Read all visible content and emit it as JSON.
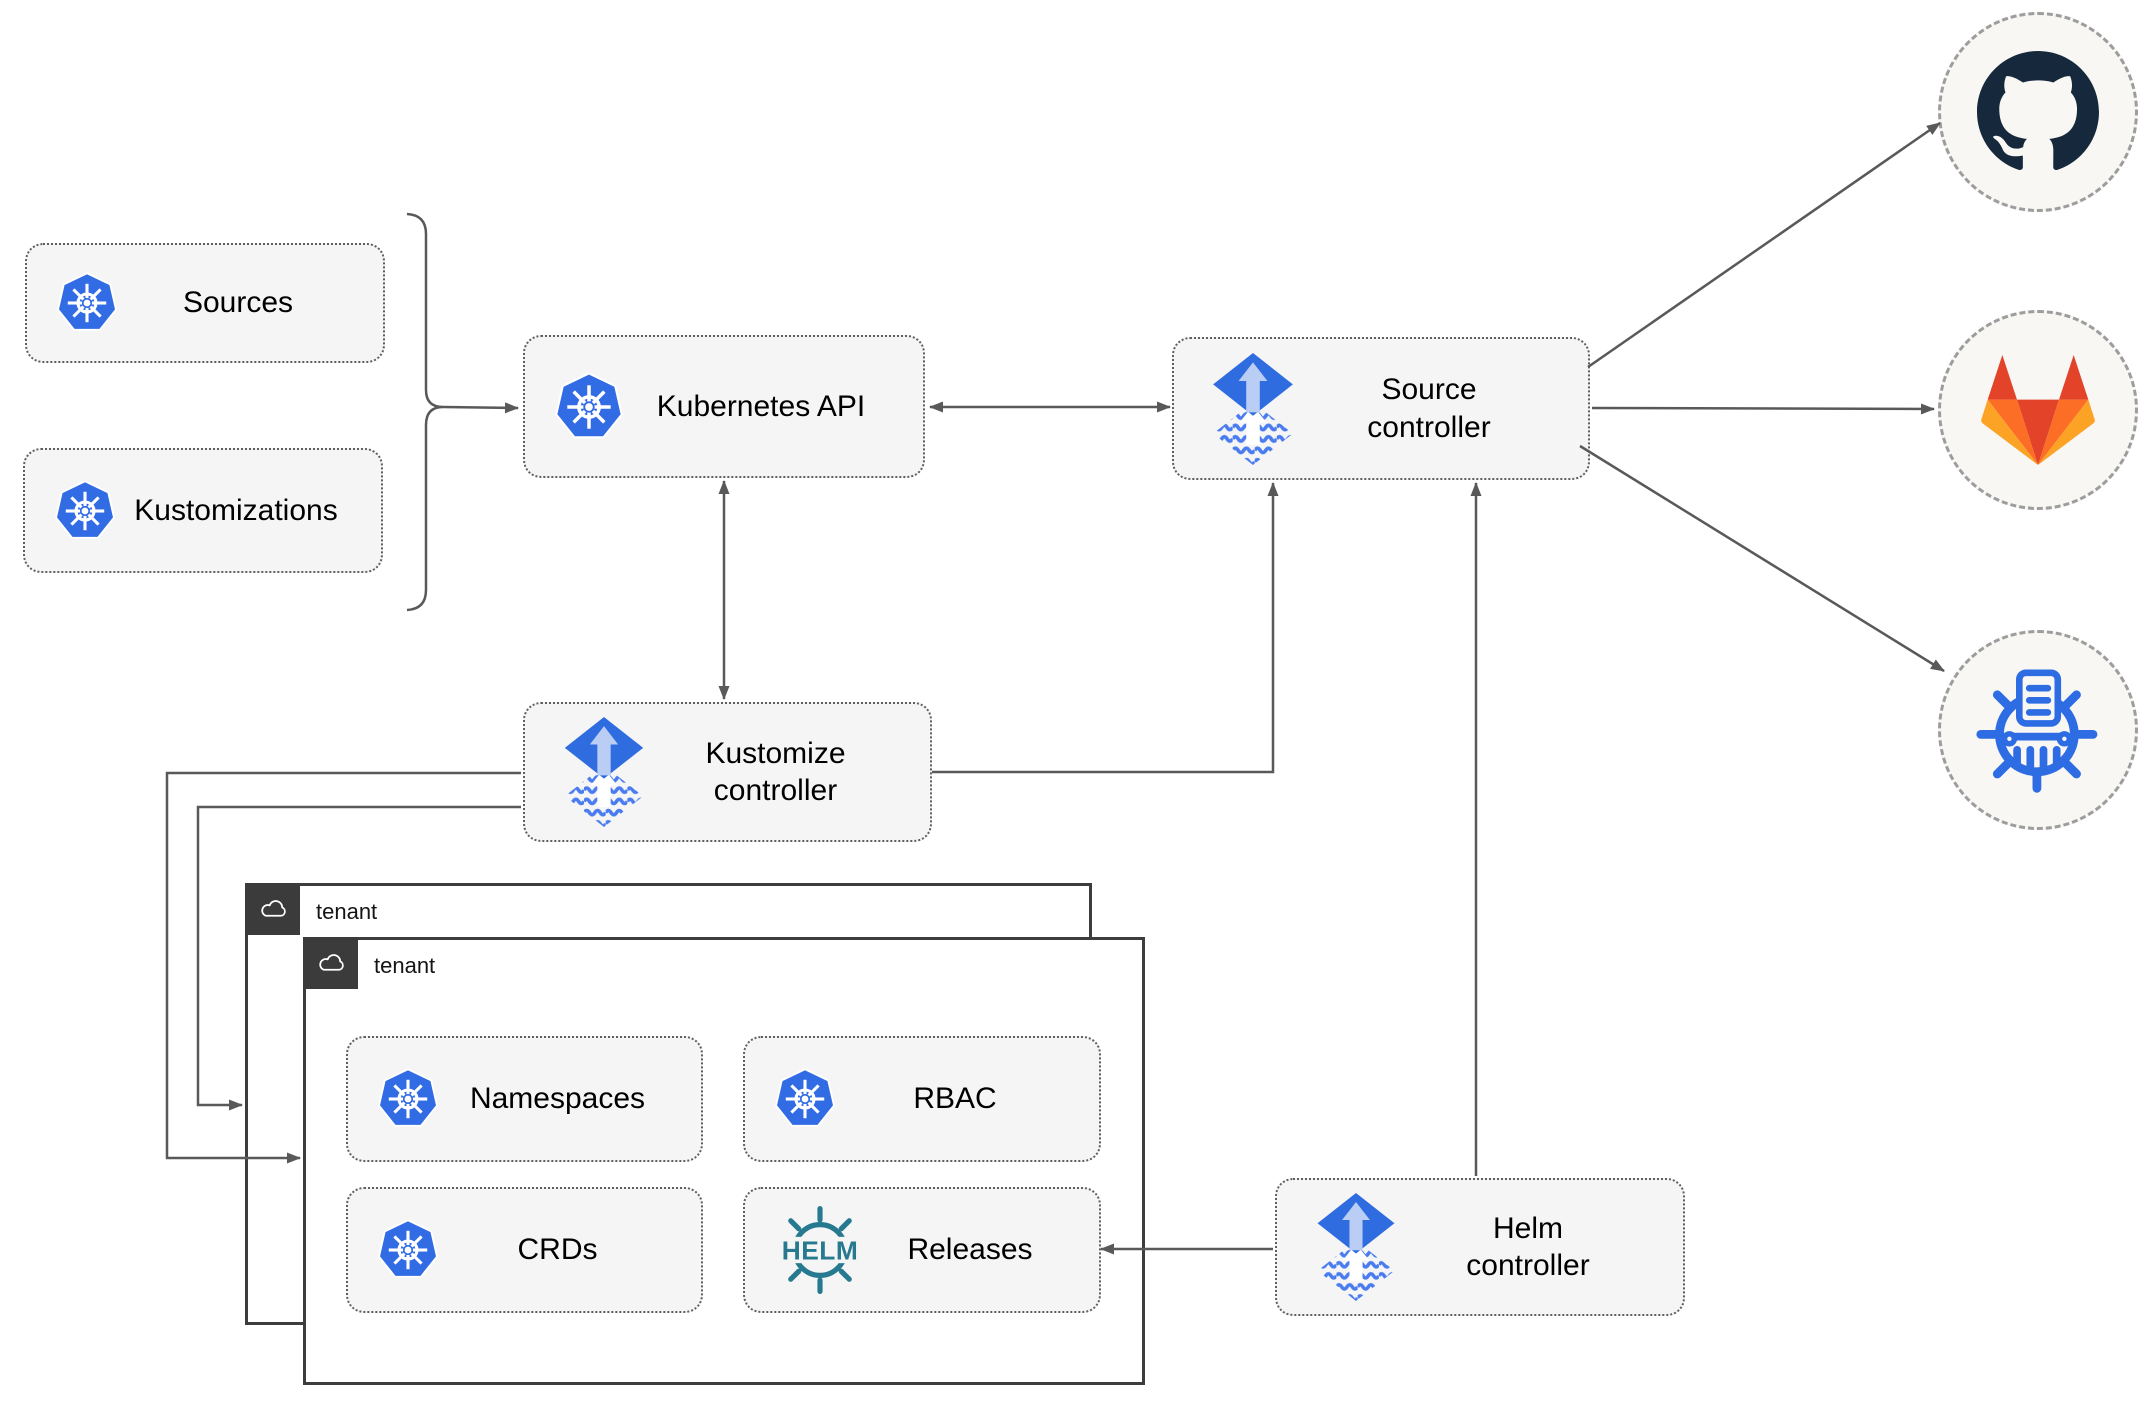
{
  "nodes": {
    "sources": {
      "label": "Sources",
      "icon": "kubernetes-icon"
    },
    "kustomizations": {
      "label": "Kustomizations",
      "icon": "kubernetes-icon"
    },
    "kubernetes_api": {
      "label": "Kubernetes API",
      "icon": "kubernetes-icon"
    },
    "source_controller": {
      "label": "Source\ncontroller",
      "icon": "flux-icon"
    },
    "kustomize_controller": {
      "label": "Kustomize\ncontroller",
      "icon": "flux-icon"
    },
    "helm_controller": {
      "label": "Helm\ncontroller",
      "icon": "flux-icon"
    },
    "namespaces": {
      "label": "Namespaces",
      "icon": "kubernetes-icon"
    },
    "rbac": {
      "label": "RBAC",
      "icon": "kubernetes-icon"
    },
    "crds": {
      "label": "CRDs",
      "icon": "kubernetes-icon"
    },
    "releases": {
      "label": "Releases",
      "icon": "helm-icon",
      "icon_text": "HELM"
    }
  },
  "groups": {
    "outer_tenant": {
      "label": "tenant",
      "icon": "cloud-icon"
    },
    "inner_tenant": {
      "label": "tenant",
      "icon": "cloud-icon"
    }
  },
  "endpoints": {
    "github": {
      "icon": "github-icon"
    },
    "gitlab": {
      "icon": "gitlab-icon"
    },
    "registry": {
      "icon": "container-registry-icon"
    }
  },
  "edges": [
    {
      "from": "sources+kustomizations",
      "to": "kubernetes_api",
      "style": "bracket-arrow"
    },
    {
      "from": "kubernetes_api",
      "to": "source_controller",
      "style": "double-arrow"
    },
    {
      "from": "kubernetes_api",
      "to": "kustomize_controller",
      "style": "double-arrow"
    },
    {
      "from": "kustomize_controller",
      "to": "source_controller",
      "style": "arrow"
    },
    {
      "from": "kustomize_controller",
      "to": "inner_tenant",
      "style": "arrow"
    },
    {
      "from": "kustomize_controller",
      "to": "outer_tenant",
      "style": "arrow"
    },
    {
      "from": "helm_controller",
      "to": "source_controller",
      "style": "arrow"
    },
    {
      "from": "helm_controller",
      "to": "releases",
      "style": "arrow"
    },
    {
      "from": "source_controller",
      "to": "github",
      "style": "arrow"
    },
    {
      "from": "source_controller",
      "to": "gitlab",
      "style": "arrow"
    },
    {
      "from": "source_controller",
      "to": "registry",
      "style": "arrow"
    }
  ],
  "colors": {
    "kubernetes_blue": "#326ce5",
    "flux_blue": "#2f6ce0",
    "flux_arrow_light": "#b9cdf5",
    "flux_wave_blue": "#4a7cf0",
    "helm_teal": "#26798f",
    "github_dark": "#16283c",
    "gitlab_red": "#e24329",
    "gitlab_orange": "#fc6d26",
    "gitlab_yellow": "#fca326",
    "registry_blue": "#2d6ce3",
    "connector_gray": "#595959",
    "node_fill": "#f5f5f5",
    "tenant_header_dark": "#3b3b3b"
  }
}
